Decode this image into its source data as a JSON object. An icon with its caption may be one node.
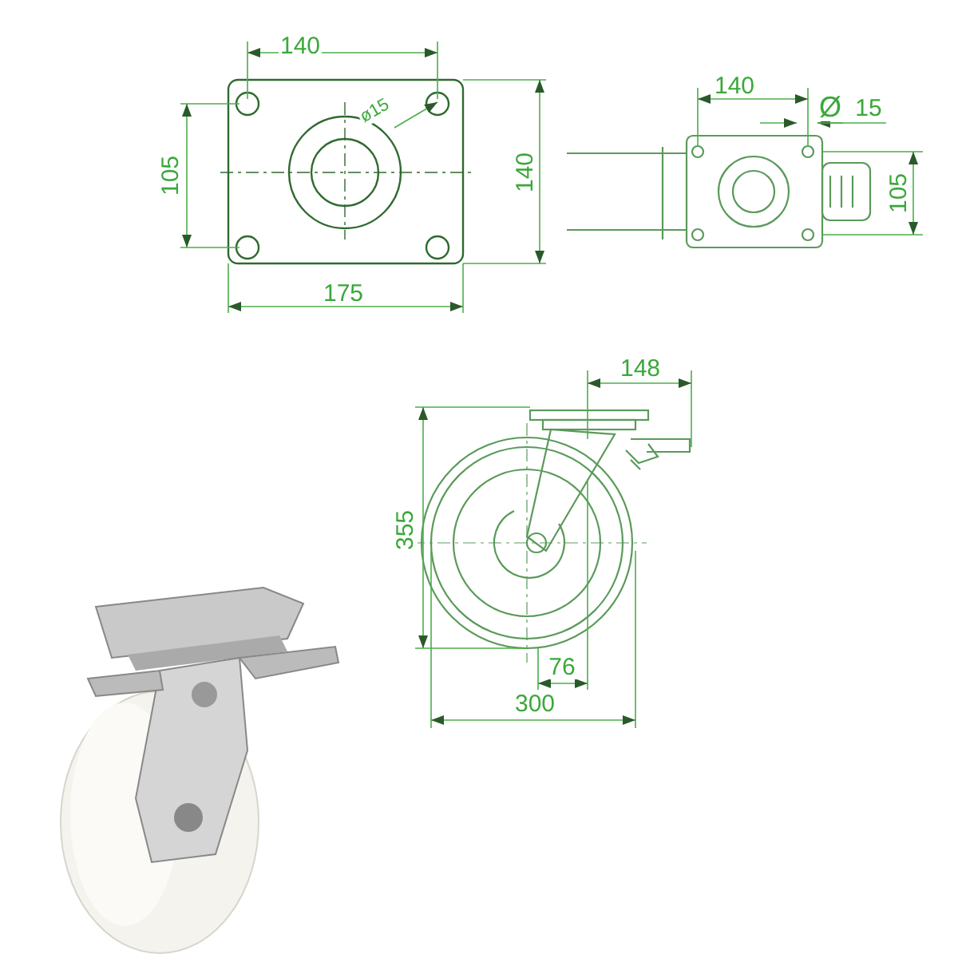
{
  "diagram": {
    "labels": [
      "140",
      "ø15",
      "105",
      "140",
      "175",
      "140",
      "Ø",
      "15",
      "105",
      "148",
      "355",
      "76",
      "300"
    ]
  }
}
